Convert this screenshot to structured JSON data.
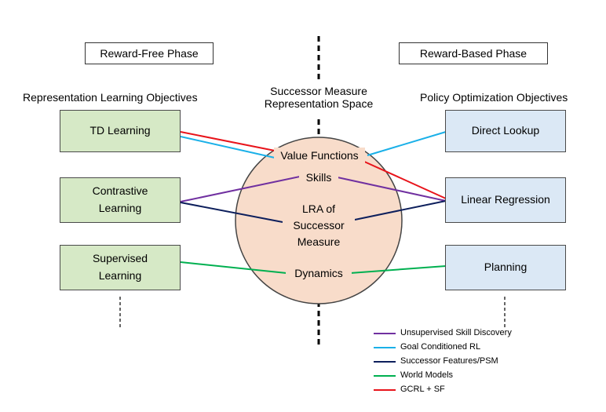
{
  "phases": {
    "reward_free": "Reward-Free Phase",
    "reward_based": "Reward-Based Phase"
  },
  "headers": {
    "left": "Representation Learning Objectives",
    "center_line1": "Successor Measure",
    "center_line2": "Representation Space",
    "right": "Policy Optimization Objectives"
  },
  "left_boxes": {
    "td": "TD Learning",
    "contrastive_1": "Contrastive",
    "contrastive_2": "Learning",
    "supervised_1": "Supervised",
    "supervised_2": "Learning"
  },
  "right_boxes": {
    "direct": "Direct Lookup",
    "linear": "Linear Regression",
    "planning": "Planning"
  },
  "center_nodes": {
    "value_functions": "Value Functions",
    "skills": "Skills",
    "lra_1": "LRA of",
    "lra_2": "Successor",
    "lra_3": "Measure",
    "dynamics": "Dynamics"
  },
  "legend": [
    {
      "label": "Unsupervised Skill Discovery",
      "color": "#7030a0"
    },
    {
      "label": "Goal Conditioned RL",
      "color": "#1ab0e8"
    },
    {
      "label": "Successor Features/PSM",
      "color": "#0d1f5c"
    },
    {
      "label": "World Models",
      "color": "#00b050"
    },
    {
      "label": "GCRL + SF",
      "color": "#e8141b"
    }
  ],
  "colors": {
    "left_box_fill": "#d6e9c6",
    "right_box_fill": "#dbe8f5",
    "circle_fill": "#f8dcca"
  }
}
